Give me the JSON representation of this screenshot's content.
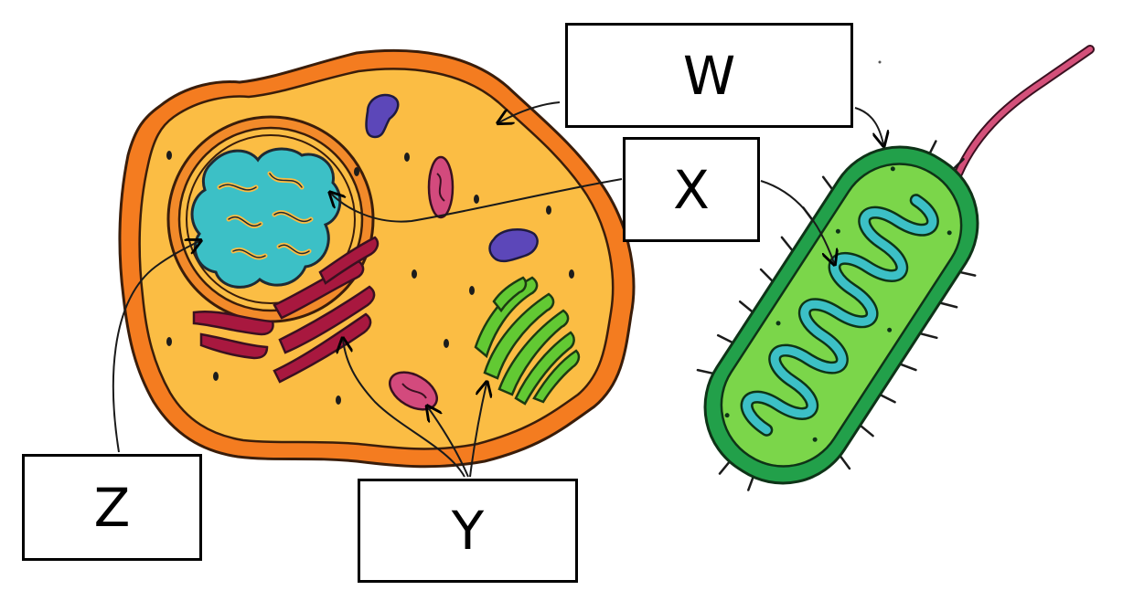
{
  "labels": {
    "w": "W",
    "x": "X",
    "y": "Y",
    "z": "Z"
  },
  "colors": {
    "cell_membrane": "#f47c20",
    "cytoplasm": "#fbbd44",
    "nucleus_envelope": "#e0722a",
    "chromatin": "#3cc0c6",
    "er": "#a8183f",
    "golgi_chloroplast_green": "#62c933",
    "vacuole": "#5c47b9",
    "small_organelle": "#d34a7d",
    "bacterium_outer": "#22a04a",
    "bacterium_inner": "#7bd64a",
    "flagellum": "#d4507a"
  },
  "icons": [
    "eukaryotic-cell",
    "prokaryotic-cell"
  ]
}
